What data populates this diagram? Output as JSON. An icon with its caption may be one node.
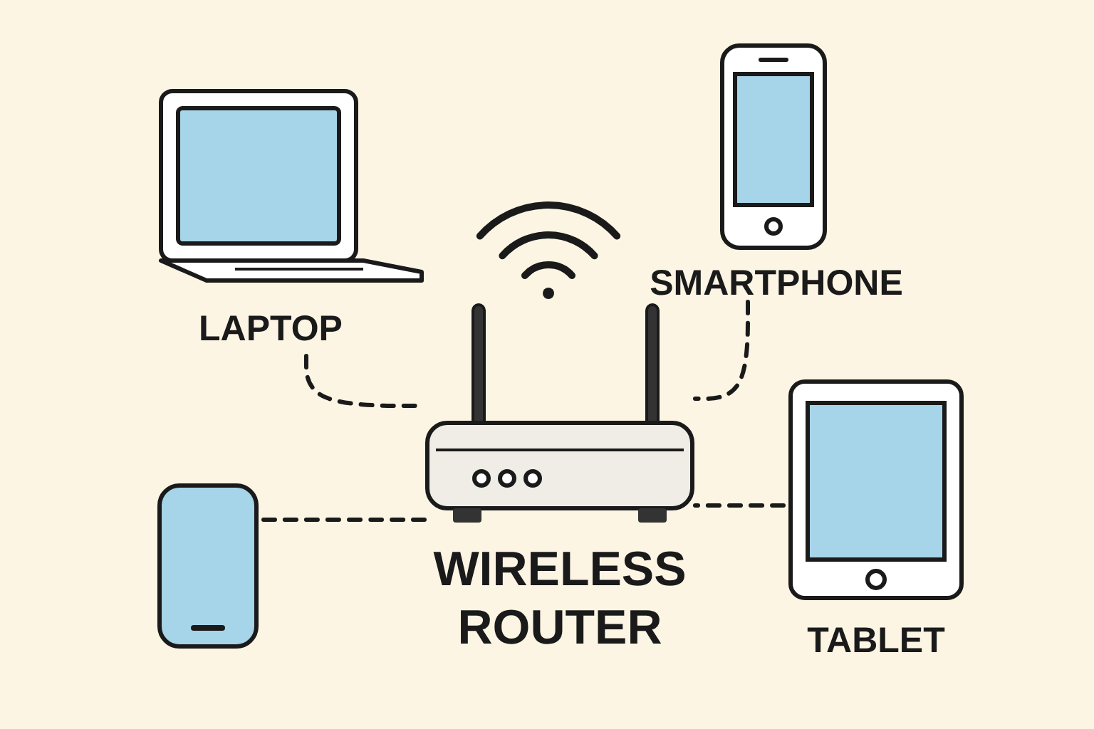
{
  "diagram": {
    "nodes": [
      {
        "text": [
          "LAPTOP"
        ]
      },
      {
        "text": [
          "SMARTPHONE"
        ]
      },
      {
        "text": [
          "WIRELESS ROUTER"
        ]
      },
      {
        "text": [],
        "shape": "picture"
      },
      {
        "text": [
          "TABLET"
        ]
      }
    ],
    "edges": [
      {
        "from": 0,
        "to": 2,
        "arrow": "none",
        "style": "dashed"
      },
      {
        "from": 1,
        "to": 2,
        "arrow": "none",
        "style": "dashed"
      },
      {
        "from": 3,
        "to": 2,
        "arrow": "none",
        "style": "dashed"
      },
      {
        "from": 4,
        "to": 2,
        "arrow": "none",
        "style": "dashed"
      }
    ]
  }
}
